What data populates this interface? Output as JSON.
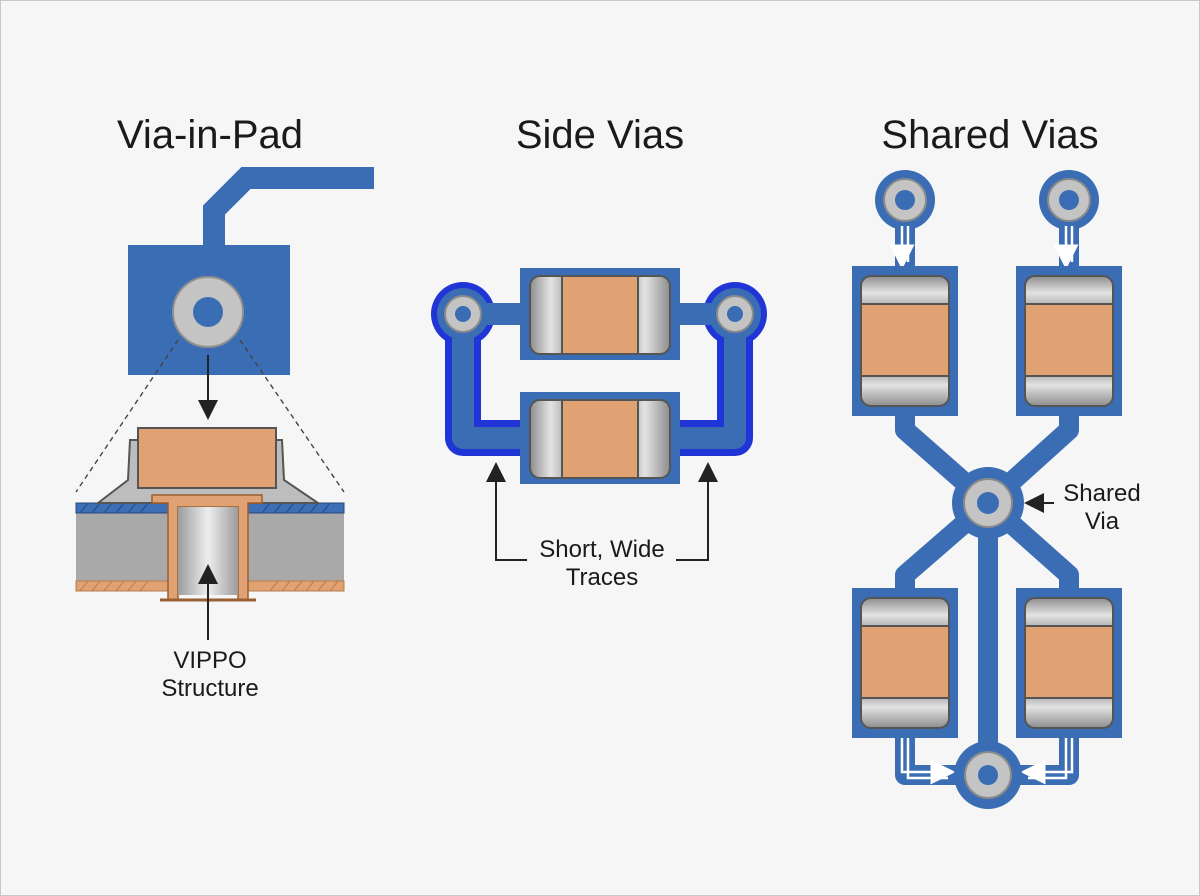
{
  "panels": {
    "via_in_pad": {
      "title": "Via-in-Pad",
      "callout_line1": "VIPPO",
      "callout_line2": "Structure"
    },
    "side_vias": {
      "title": "Side Vias",
      "callout_line1": "Short, Wide",
      "callout_line2": "Traces"
    },
    "shared_vias": {
      "title": "Shared Vias",
      "callout_line1": "Shared",
      "callout_line2": "Via"
    }
  },
  "colors": {
    "trace_blue": "#3a6db3",
    "bright_blue": "#1f35d6",
    "copper": "#e0a272",
    "copper_edge": "#b8794a",
    "terminal_gray": "#c9c9c9",
    "board_gray": "#a5a5a5"
  }
}
